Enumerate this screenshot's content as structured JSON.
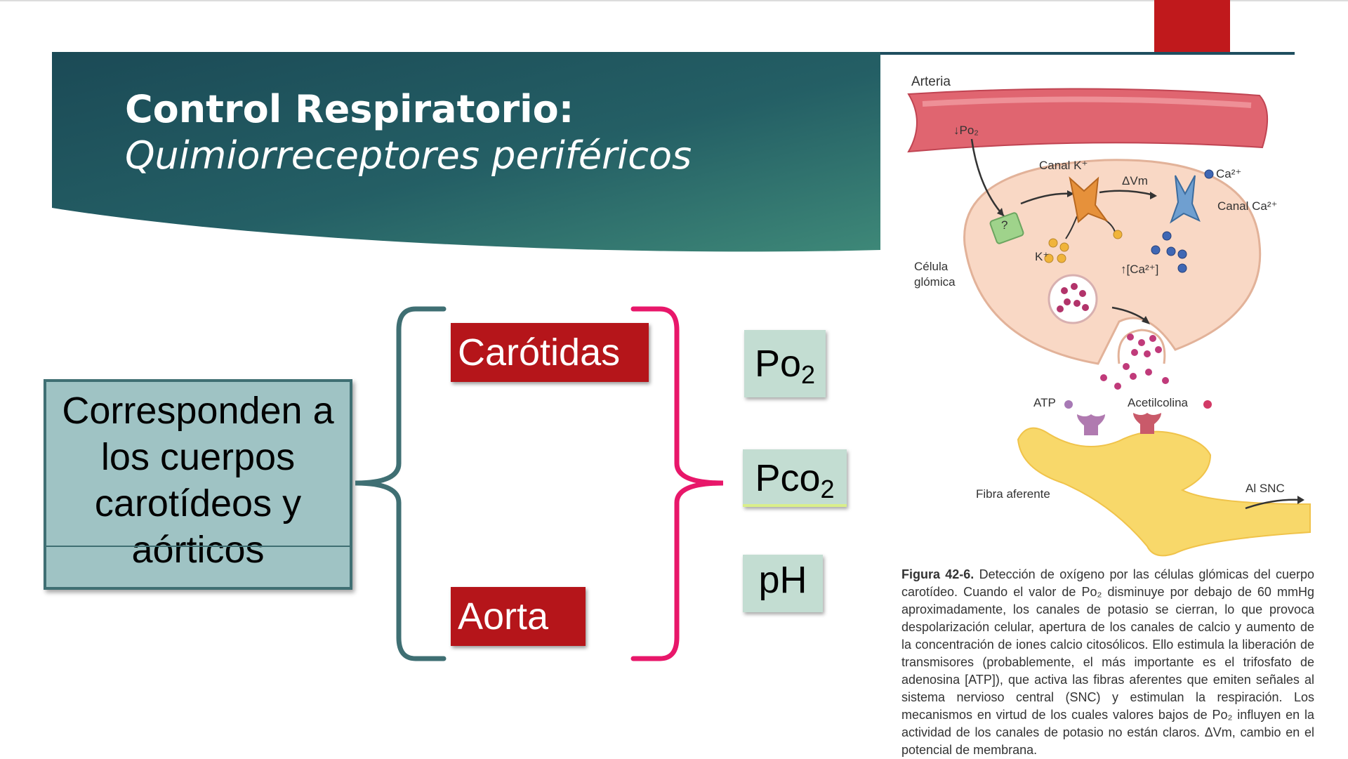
{
  "slide": {
    "title": "Control Respiratorio:",
    "subtitle": "Quimiorreceptores periféricos"
  },
  "left_box": {
    "text": "Corresponden a los cuerpos carotídeos y aórticos"
  },
  "labels": {
    "carotidas": "Carótidas",
    "aorta": "Aorta"
  },
  "variables": {
    "po2": {
      "base": "Po",
      "sub": "2"
    },
    "pco2": {
      "base": "Pco",
      "sub": "2"
    },
    "ph": "pH"
  },
  "figure": {
    "labels": {
      "arteria": "Arteria",
      "po2": "↓Po₂",
      "canal_k": "Canal K⁺",
      "delta_vm": "ΔVm",
      "ca": "Ca²⁺",
      "canal_ca": "Canal Ca²⁺",
      "question": "?",
      "k": "K⁺",
      "ca_conc": "↑[Ca²⁺]",
      "celula": "Célula",
      "glomica": "glómica",
      "atp": "ATP",
      "acetilcolina": "Acetilcolina",
      "fibra": "Fibra aferente",
      "snc": "Al SNC"
    },
    "caption_label": "Figura 42-6.",
    "caption_text": "Detección de oxígeno por las células glómicas del cuerpo carotídeo. Cuando el valor de Po₂ disminuye por debajo de 60 mmHg aproximadamente, los canales de potasio se cierran, lo que provoca despolarización celular, apertura de los canales de calcio y aumento de la concentración de iones calcio citosólicos. Ello estimula la liberación de transmisores (probablemente, el más importante es el trifosfato de adenosina [ATP]), que activa las fibras aferentes que emiten señales al sistema nervioso central (SNC) y estimulan la respiración. Los mecanismos en virtud de los cuales valores bajos de Po₂ influyen en la actividad de los canales de potasio no están claros. ΔVm, cambio en el potencial de membrana."
  },
  "colors": {
    "banner_start": "#1d4c57",
    "banner_end": "#3b8378",
    "red": "#b5151a",
    "box_teal": "#9fc3c4",
    "green_label": "#c3ddd2",
    "brace_teal": "#3f6f73",
    "brace_pink": "#e8176a"
  }
}
